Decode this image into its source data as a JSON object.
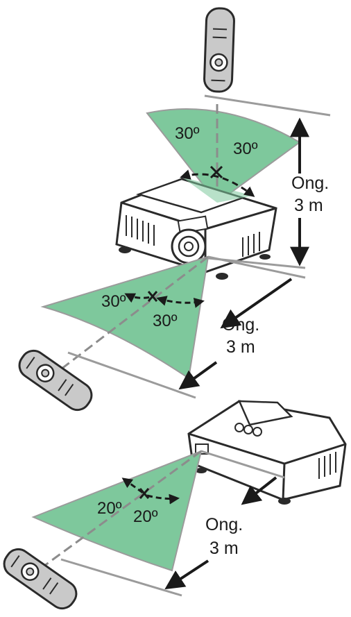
{
  "colors": {
    "zone_fill": "#7ec89c",
    "zone_stroke": "#9b9b9b",
    "body_stroke": "#2a2a2a",
    "remote_fill": "#c9c9c9",
    "dashes": "#8c8c8c",
    "text": "#1a1a1a"
  },
  "icons": {
    "projector": "projector-icon",
    "remote": "remote-control-icon"
  },
  "top": {
    "angle_left": "30º",
    "angle_right": "30º",
    "distance_line1": "Ong.",
    "distance_line2": "3 m"
  },
  "front": {
    "angle_upper": "30º",
    "angle_lower": "30º",
    "distance_line1": "Ong.",
    "distance_line2": "3 m"
  },
  "rear": {
    "angle_upper": "20º",
    "angle_lower": "20º",
    "distance_line1": "Ong.",
    "distance_line2": "3 m"
  }
}
